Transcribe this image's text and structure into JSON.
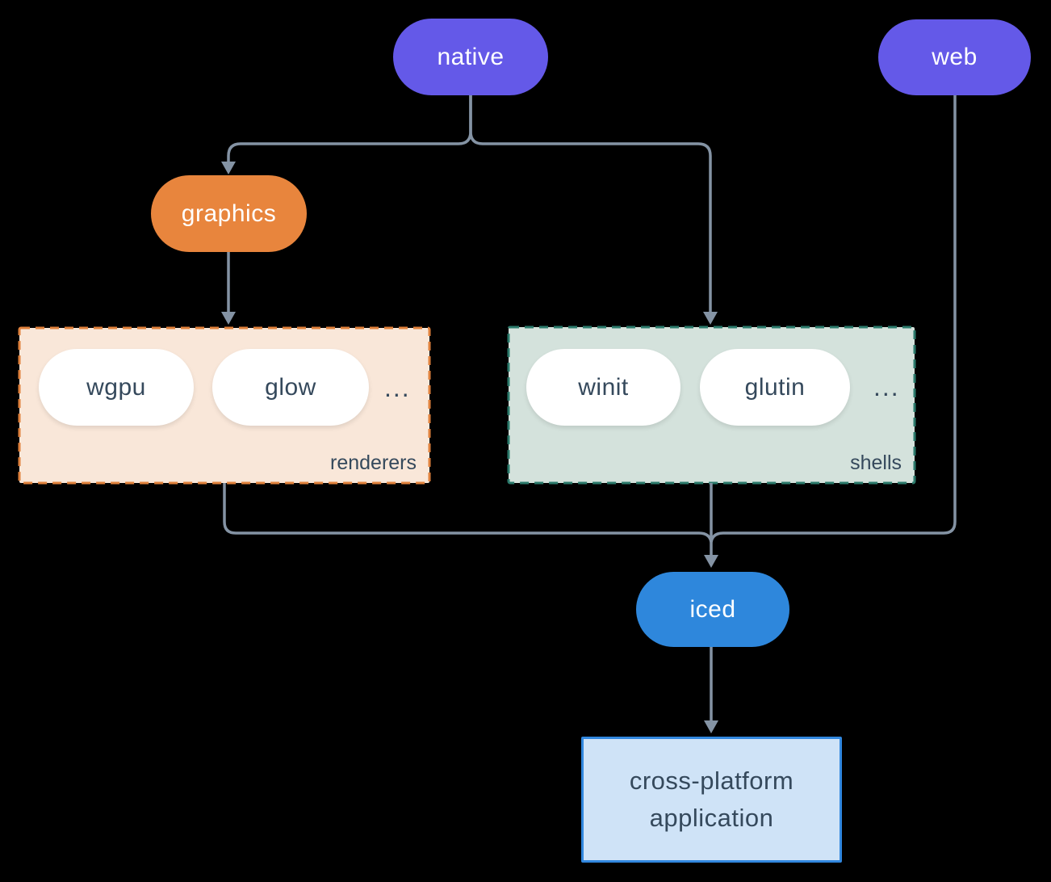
{
  "diagram": {
    "nodes": {
      "native": {
        "label": "native"
      },
      "web": {
        "label": "web"
      },
      "graphics": {
        "label": "graphics"
      },
      "iced": {
        "label": "iced"
      },
      "app": {
        "line1": "cross-platform",
        "line2": "application"
      }
    },
    "groups": {
      "renderers": {
        "label": "renderers",
        "items": [
          "wgpu",
          "glow"
        ],
        "ellipsis": "..."
      },
      "shells": {
        "label": "shells",
        "items": [
          "winit",
          "glutin"
        ],
        "ellipsis": "..."
      }
    },
    "colors": {
      "background": "#000000",
      "edge": "#8493A4",
      "native_web_fill": "#6459E8",
      "graphics_fill": "#E8853D",
      "iced_fill": "#2E87DC",
      "renderers_bg": "#F9E7D9",
      "renderers_border": "#E0813C",
      "shells_bg": "#D4E2DC",
      "shells_border": "#2B7A6B",
      "pill_text_dark": "#35495C",
      "app_bg": "#CFE3F7",
      "app_border": "#3187DE"
    }
  }
}
